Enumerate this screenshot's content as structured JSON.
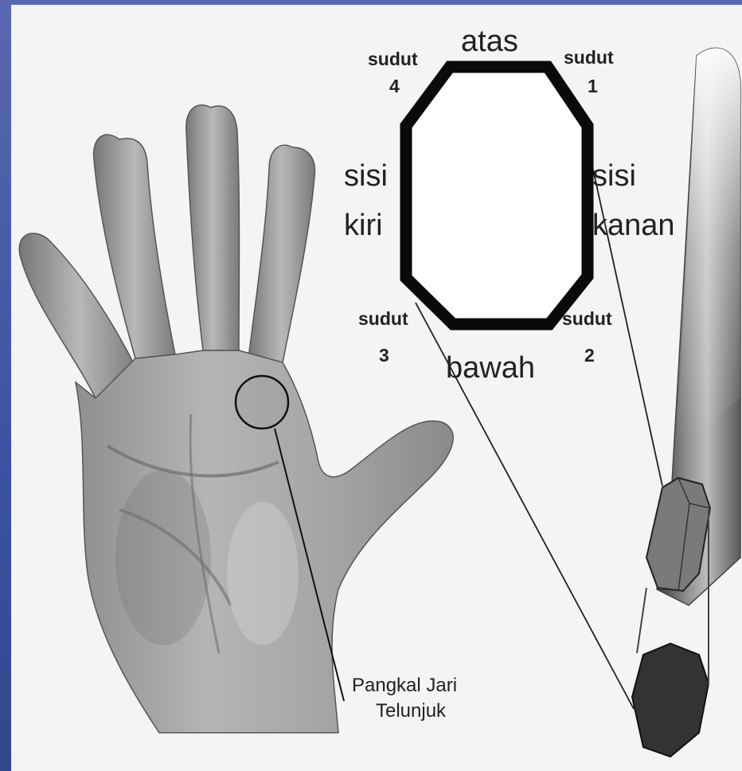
{
  "labels": {
    "top": "atas",
    "bottom": "bawah",
    "left_line1": "sisi",
    "left_line2": "kiri",
    "right_line1": "sisi",
    "right_line2": "kanan",
    "corner1_word": "sudut",
    "corner1_num": "1",
    "corner2_word": "sudut",
    "corner2_num": "2",
    "corner3_word": "sudut",
    "corner3_num": "3",
    "corner4_word": "sudut",
    "corner4_num": "4",
    "caption_line1": "Pangkal Jari",
    "caption_line2": "Telunjuk"
  },
  "colors": {
    "slide_background": "#3d52a0",
    "figure_background": "#f4f4f4",
    "octagon_stroke": "#0a0a0a",
    "hand_fill": "#b8b8b8"
  },
  "icons": {
    "hand": "open-right-palm",
    "arrow": "octagonal-arrow-shaft"
  }
}
